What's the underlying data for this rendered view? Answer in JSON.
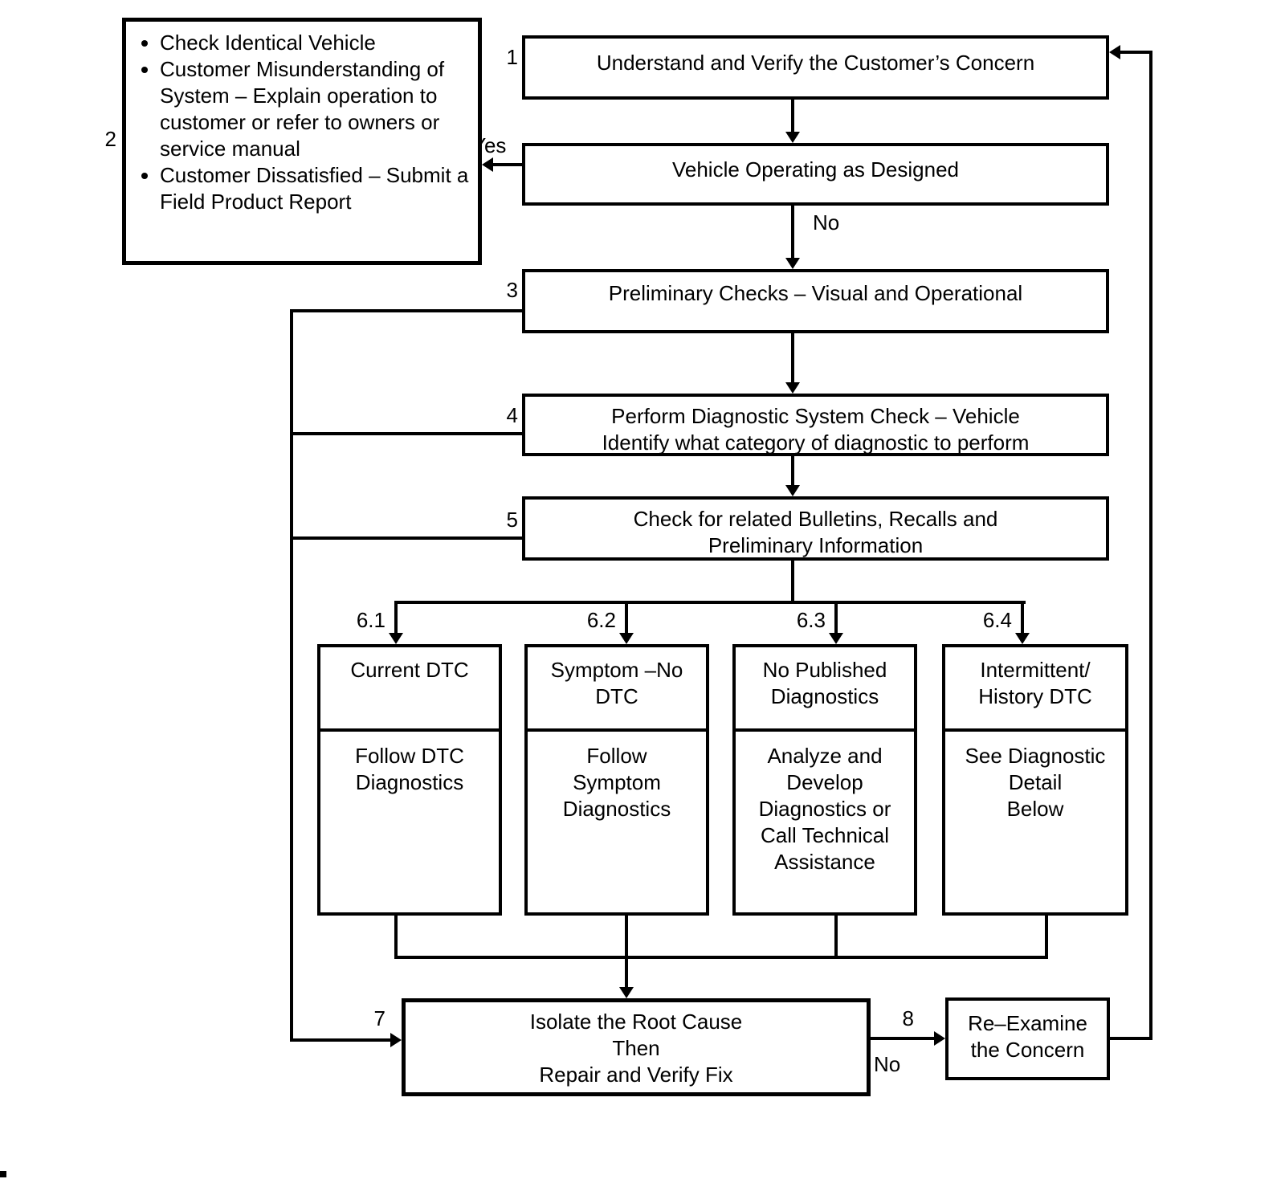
{
  "canvas": {
    "background": "#ffffff",
    "line_color": "#000000"
  },
  "flow": {
    "node1": {
      "num": "1",
      "lines": [
        "Understand and Verify the Customer’s Concern"
      ]
    },
    "node2": {
      "num": "2",
      "bullets": [
        "Check Identical Vehicle",
        "Customer Misunderstanding of System – Explain operation to customer or refer to owners or service manual",
        "Customer Dissatisfied – Submit a Field Product Report"
      ]
    },
    "nodeVO": {
      "lines": [
        "Vehicle Operating as Designed"
      ]
    },
    "node3": {
      "num": "3",
      "lines": [
        "Preliminary Checks – Visual and Operational"
      ]
    },
    "node4": {
      "num": "4",
      "lines": [
        "Perform Diagnostic System Check – Vehicle",
        "Identify what category of diagnostic to perform"
      ]
    },
    "node5": {
      "num": "5",
      "lines": [
        "Check for related Bulletins, Recalls and",
        "Preliminary Information"
      ]
    },
    "cat61": {
      "num": "6.1",
      "header": [
        "Current DTC"
      ],
      "body": [
        "Follow DTC",
        "Diagnostics"
      ]
    },
    "cat62": {
      "num": "6.2",
      "header": [
        "Symptom –No",
        "DTC"
      ],
      "body": [
        "Follow",
        "Symptom",
        "Diagnostics"
      ]
    },
    "cat63": {
      "num": "6.3",
      "header": [
        "No Published",
        "Diagnostics"
      ],
      "body": [
        "Analyze and",
        "Develop",
        "Diagnostics or",
        "Call Technical",
        "Assistance"
      ]
    },
    "cat64": {
      "num": "6.4",
      "header": [
        "Intermittent/",
        "History DTC"
      ],
      "body": [
        "See Diagnostic",
        "Detail",
        "Below"
      ]
    },
    "node7": {
      "num": "7",
      "lines": [
        "Isolate the Root Cause",
        "Then",
        "Repair and Verify Fix"
      ]
    },
    "node8": {
      "num": "8",
      "lines": [
        "Re–Examine",
        "the Concern"
      ]
    },
    "edge_labels": {
      "yes": "Yes",
      "no_top": "No",
      "no_bottom": "No"
    }
  }
}
